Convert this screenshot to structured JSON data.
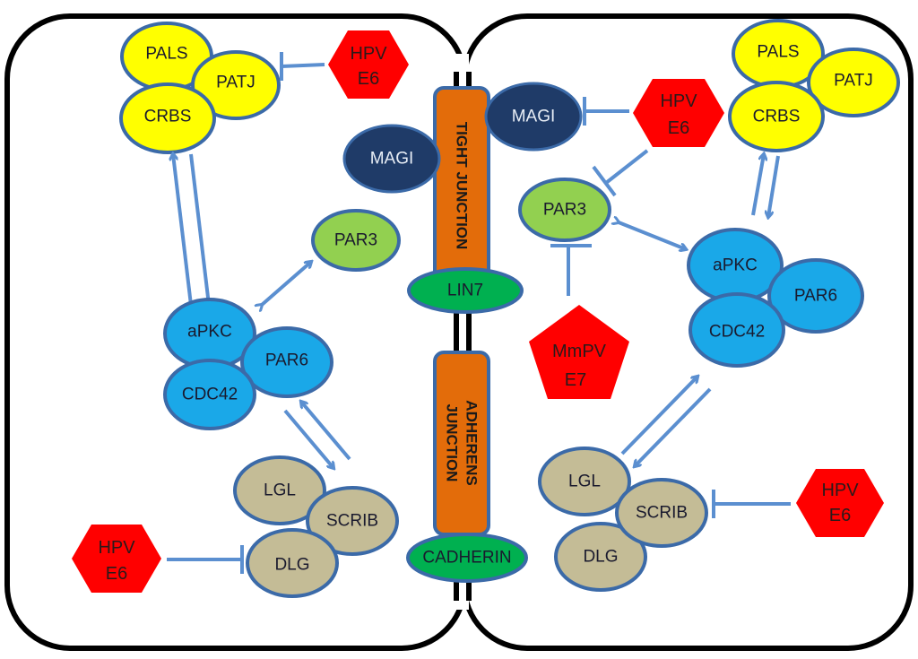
{
  "labels": {
    "pals": "PALS",
    "patj": "PATJ",
    "crbs": "CRBS",
    "hpv": "HPV",
    "e6": "E6",
    "magi": "MAGI",
    "tight_line1": "TIGHT JUNCTION",
    "lin7": "LIN7",
    "par3": "PAR3",
    "apkc": "aPKC",
    "par6": "PAR6",
    "cdc42": "CDC42",
    "mmpv": "MmPV",
    "e7": "E7",
    "adherens_line1": "ADHERENS",
    "adherens_line2": "JUNCTION",
    "lgl": "LGL",
    "scrib": "SCRIB",
    "dlg": "DLG",
    "cadherin": "CADHERIN"
  },
  "colors": {
    "yellow": "#ffff00",
    "navy": "#1f3b68",
    "green_light": "#92d050",
    "green_dark": "#00b050",
    "blue": "#1aa8e8",
    "tan": "#c4bc96",
    "red": "#ff0000",
    "orange": "#e36c0a",
    "outline": "#3b6aa8",
    "arrow": "#5b8fd0"
  }
}
